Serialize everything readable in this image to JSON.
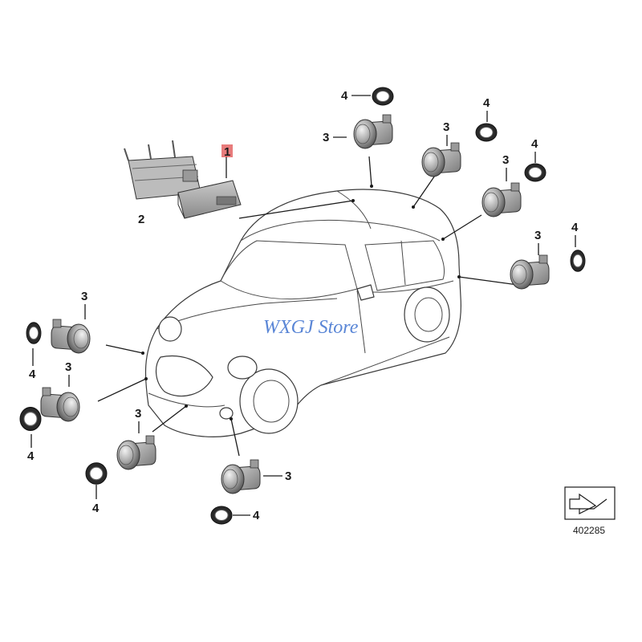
{
  "labels": {
    "ecu": "1",
    "bracket": "2",
    "sensor": "3",
    "ring": "4"
  },
  "watermark": "WXGJ Store",
  "document_number": "402285",
  "colors": {
    "watermark": "#5a86d6",
    "highlight": "#e05050",
    "line": "#1a1a1a"
  }
}
